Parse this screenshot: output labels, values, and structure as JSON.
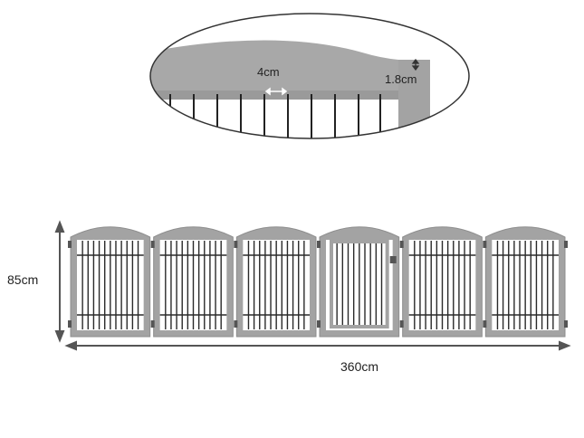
{
  "dimensions": {
    "height": "85cm",
    "width": "360cm",
    "bar_gap": "4cm",
    "rail_thickness": "1.8cm"
  },
  "product": {
    "panel_count": 6,
    "door_panel_index": 3
  },
  "colors": {
    "frame": "#a3a3a3",
    "frame_dark": "#8e8e8e",
    "bars": "#2a2a2a",
    "arrow": "#555555"
  }
}
